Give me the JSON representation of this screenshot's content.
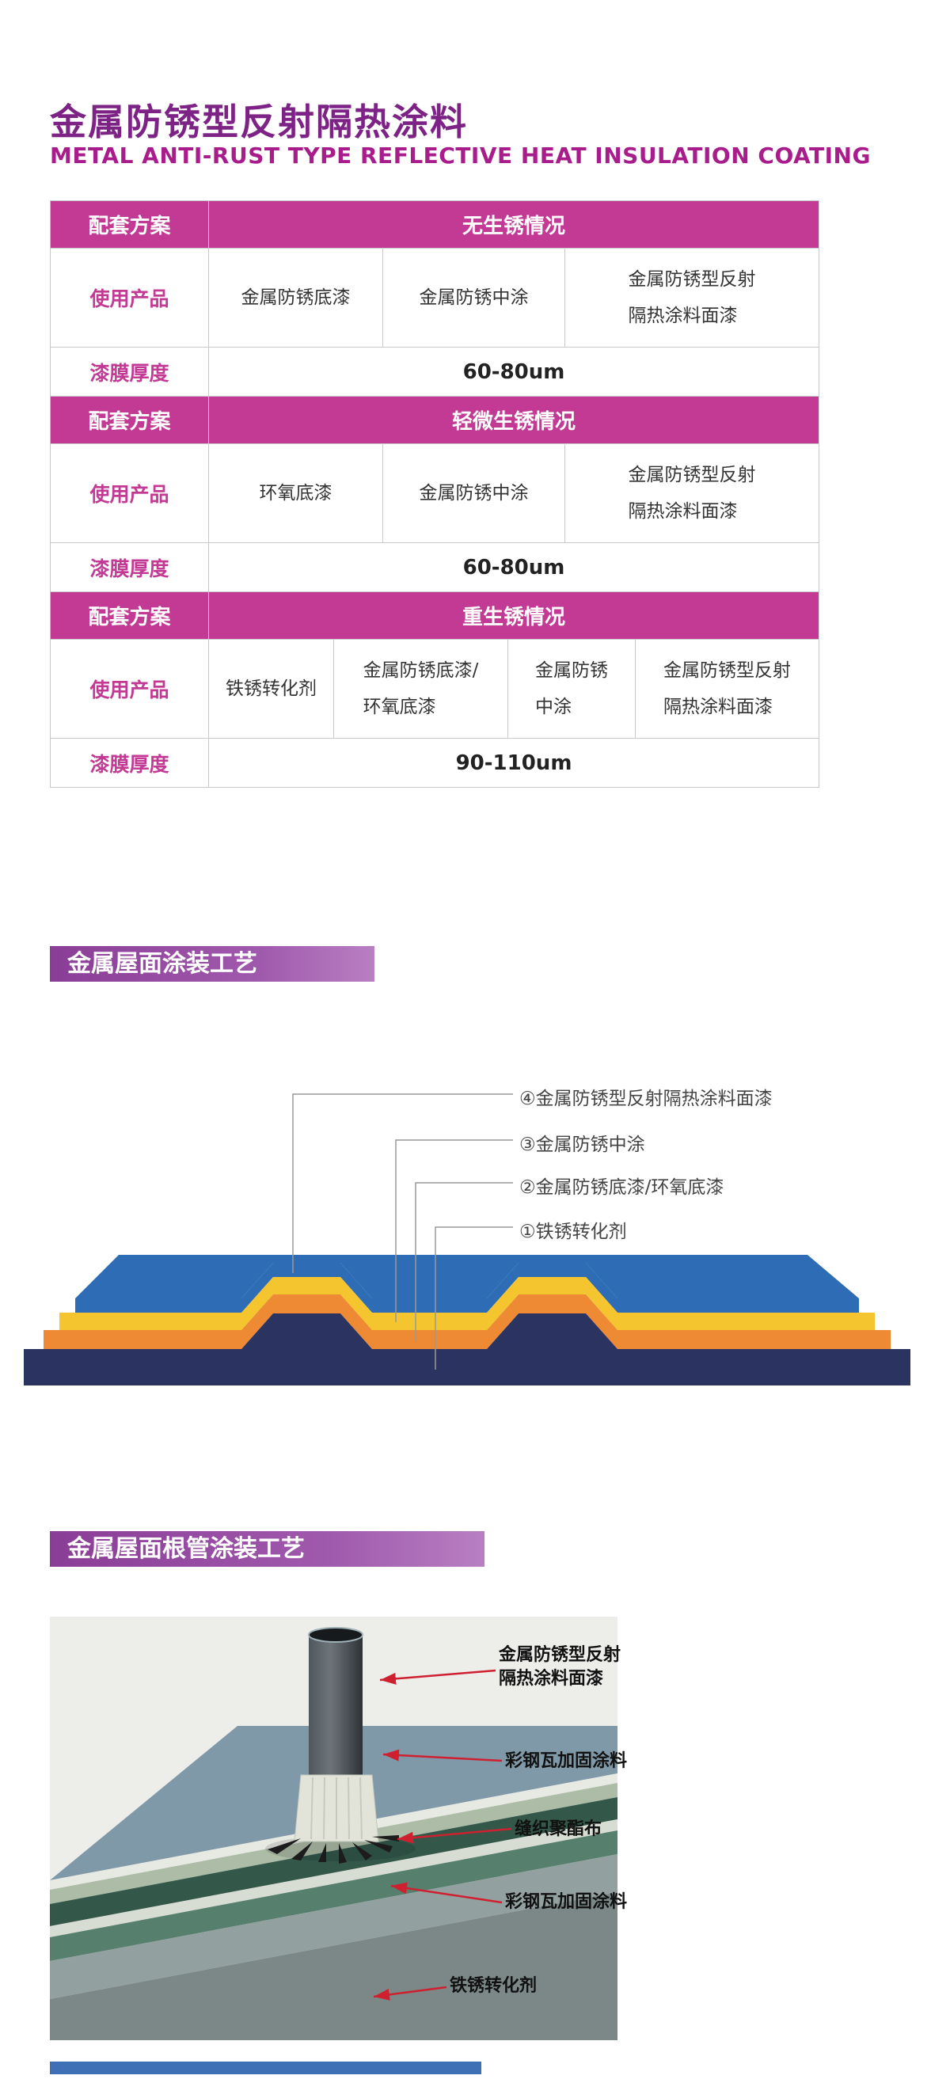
{
  "header": {
    "title": "金属防锈型反射隔热涂料",
    "subtitle": "METAL ANTI-RUST TYPE REFLECTIVE HEAT INSULATION COATING"
  },
  "table": {
    "groups": [
      {
        "plan_label": "配套方案",
        "condition": "无生锈情况",
        "product_label": "使用产品",
        "products": [
          "金属防锈底漆",
          "金属防锈中涂",
          "金属防锈型反射\n隔热涂料面漆"
        ],
        "thickness_label": "漆膜厚度",
        "thickness": "60-80um"
      },
      {
        "plan_label": "配套方案",
        "condition": "轻微生锈情况",
        "product_label": "使用产品",
        "products": [
          "环氧底漆",
          "金属防锈中涂",
          "金属防锈型反射\n隔热涂料面漆"
        ],
        "thickness_label": "漆膜厚度",
        "thickness": "60-80um"
      },
      {
        "plan_label": "配套方案",
        "condition": "重生锈情况",
        "product_label": "使用产品",
        "products": [
          "铁锈转化剂",
          "金属防锈底漆/\n环氧底漆",
          "金属防锈\n中涂",
          "金属防锈型反射\n隔热涂料面漆"
        ],
        "thickness_label": "漆膜厚度",
        "thickness": "90-110um"
      }
    ]
  },
  "process1": {
    "heading": "金属屋面涂装工艺",
    "layers": [
      {
        "label": "④金属防锈型反射隔热涂料面漆",
        "color": "#2e6cb5"
      },
      {
        "label": "③金属防锈中涂",
        "color": "#f4c52e"
      },
      {
        "label": "②金属防锈底漆/环氧底漆",
        "color": "#ee8a34"
      },
      {
        "label": "①铁锈转化剂",
        "color": "#2b3361"
      }
    ]
  },
  "process2": {
    "heading": "金属屋面根管涂装工艺",
    "callouts": [
      "金属防锈型反射\n隔热涂料面漆",
      "彩钢瓦加固涂料",
      "缝织聚酯布",
      "彩钢瓦加固涂料",
      "铁锈转化剂"
    ]
  },
  "colors": {
    "table_header": "#c23a94",
    "title_purple": "#7e2386",
    "subtitle_magenta": "#a81c8c",
    "section_bar": "#8a3d96",
    "arrow_red": "#cf2030"
  }
}
